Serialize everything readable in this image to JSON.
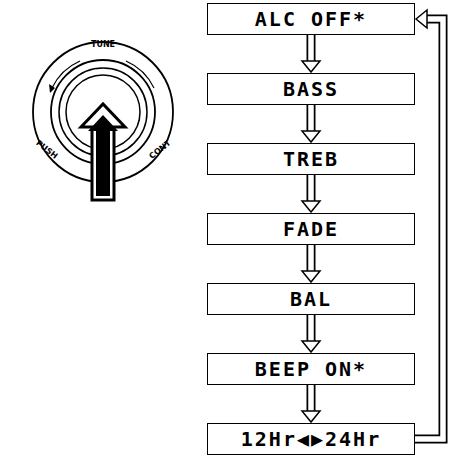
{
  "diagram": {
    "nodes": [
      {
        "text": [
          "ALC OFF*"
        ]
      },
      {
        "text": [
          "BASS"
        ]
      },
      {
        "text": [
          "TREB"
        ]
      },
      {
        "text": [
          "FADE"
        ]
      },
      {
        "text": [
          "BAL"
        ]
      },
      {
        "text": [
          "BEEP ON*"
        ]
      },
      {
        "text": [
          "12Hr◀▶24Hr"
        ]
      }
    ],
    "edges": [
      {
        "from": 0,
        "to": 1,
        "arrow": "to"
      },
      {
        "from": 1,
        "to": 2,
        "arrow": "to"
      },
      {
        "from": 2,
        "to": 3,
        "arrow": "to"
      },
      {
        "from": 3,
        "to": 4,
        "arrow": "to"
      },
      {
        "from": 4,
        "to": 5,
        "arrow": "to"
      },
      {
        "from": 5,
        "to": 6,
        "arrow": "to"
      },
      {
        "from": 6,
        "to": 0,
        "arrow": "to"
      }
    ],
    "labels": [
      "TUNE",
      "PUSH",
      "CONT"
    ]
  }
}
